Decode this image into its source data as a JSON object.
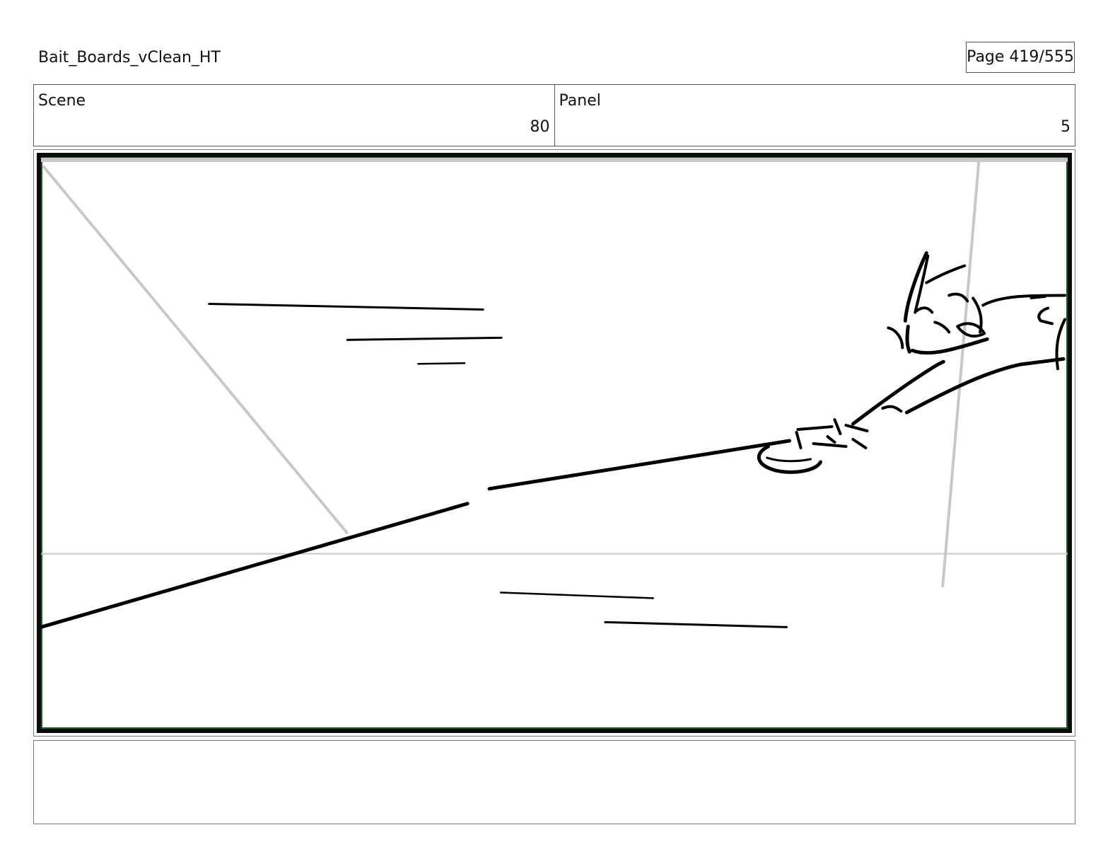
{
  "header": {
    "title": "Bait_Boards_vClean_HT",
    "page": "Page 419/555"
  },
  "info": {
    "scene_label": "Scene",
    "scene_value": "80",
    "panel_label": "Panel",
    "panel_value": "5"
  },
  "notes": {
    "text": ""
  },
  "colors": {
    "frame_border": "#0b0b0b",
    "frame_accent": "#1f5a2a",
    "guide_lines": "#c8c8c8",
    "ink": "#000000"
  }
}
